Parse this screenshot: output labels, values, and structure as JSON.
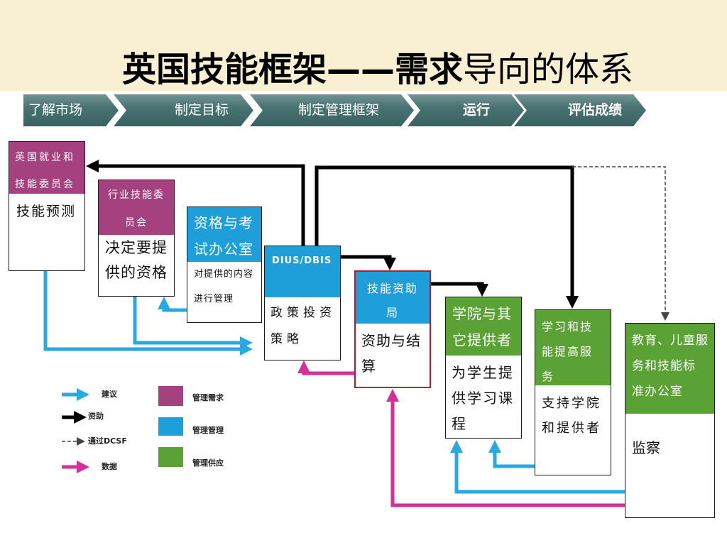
{
  "title": {
    "bold": "英国技能框架——需求",
    "normal": "导向的体系"
  },
  "process_steps": [
    "了解市场",
    "制定目标",
    "制定管理框架",
    "运行",
    "评估成绩"
  ],
  "boxes": {
    "ukces": {
      "header": "英国就业和\n技能委员会",
      "body": "技能预测"
    },
    "ssc": {
      "header": "行业技能委\n员会",
      "body": "决定要提\n供的资格"
    },
    "ofqual": {
      "header": "资格与考\n试办公室",
      "body": "对提供的内容\n进行管理"
    },
    "dius": {
      "header": "DIUS/DBIS",
      "body": "政策投资\n策略"
    },
    "sfa": {
      "header": "技能资助\n局",
      "body": "资助与结\n算"
    },
    "providers": {
      "header": "学院与其\n它提供者",
      "body": "为学生提\n供学习课\n程"
    },
    "lsis": {
      "header": "学习和技\n能提高服\n务",
      "body": "支持学院\n和提供者"
    },
    "ofsted": {
      "header": "教育、儿童服\n务和技能标\n准办公室",
      "body": "监察"
    }
  },
  "legend": {
    "arrows": [
      {
        "label": "建议"
      },
      {
        "label": "资助"
      },
      {
        "label": "通过DCSF"
      },
      {
        "label": "数据"
      }
    ],
    "categories": [
      {
        "label": "管理需求"
      },
      {
        "label": "管理管理"
      },
      {
        "label": "管理供应"
      }
    ]
  },
  "colors": {
    "band": "#F9EFD3",
    "process": "#3E6A6A",
    "demand": "#A6417F",
    "regulation": "#1F9FD9",
    "supply": "#5AA235",
    "advice_arrow": "#2AA8E0",
    "funding_arrow": "#000000",
    "data_arrow": "#D4309A",
    "dcsf_arrow": "#444444",
    "sfa_border": "#C8102E"
  }
}
